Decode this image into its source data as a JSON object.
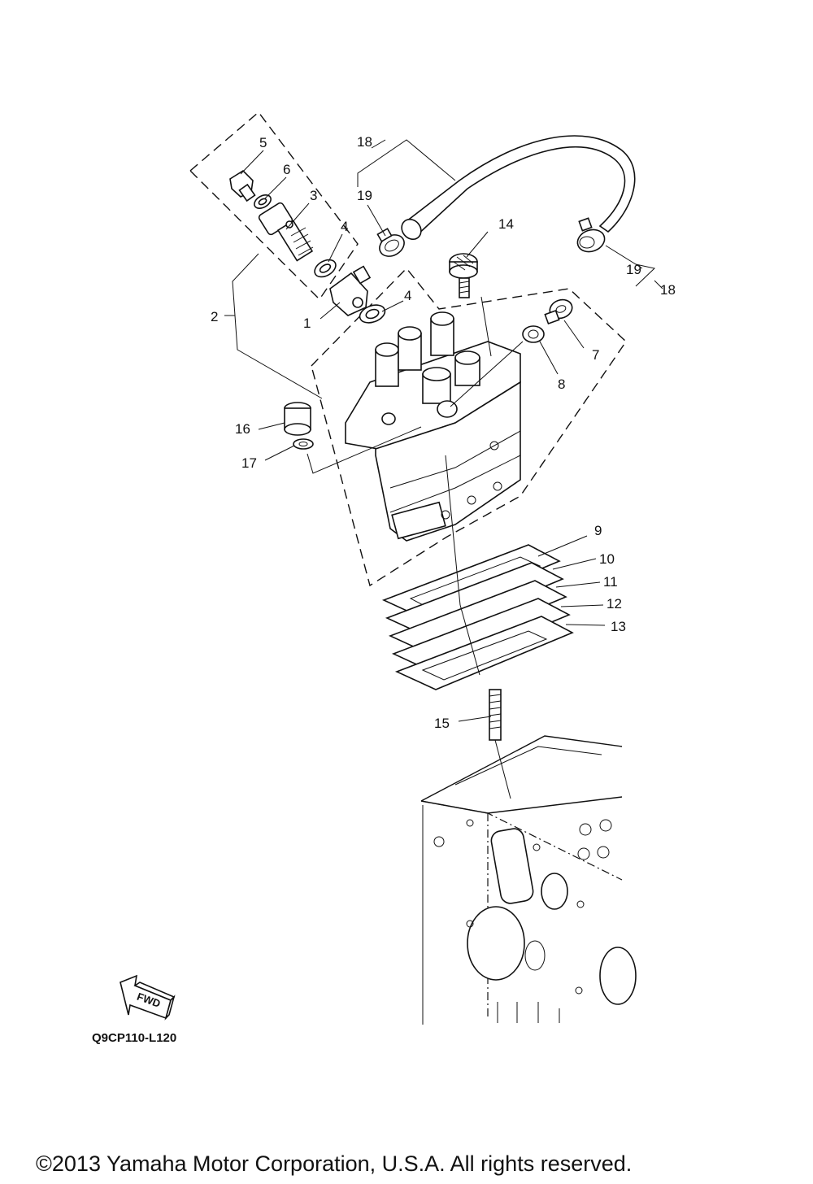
{
  "callouts": [
    "1",
    "2",
    "3",
    "4",
    "5",
    "6",
    "7",
    "8",
    "9",
    "10",
    "11",
    "12",
    "13",
    "14",
    "15",
    "16",
    "17",
    "18",
    "19"
  ],
  "fwd_label": "FWD",
  "diagram_code": "Q9CP110-L120",
  "copyright": "©2013 Yamaha Motor Corporation, U.S.A. All rights reserved."
}
